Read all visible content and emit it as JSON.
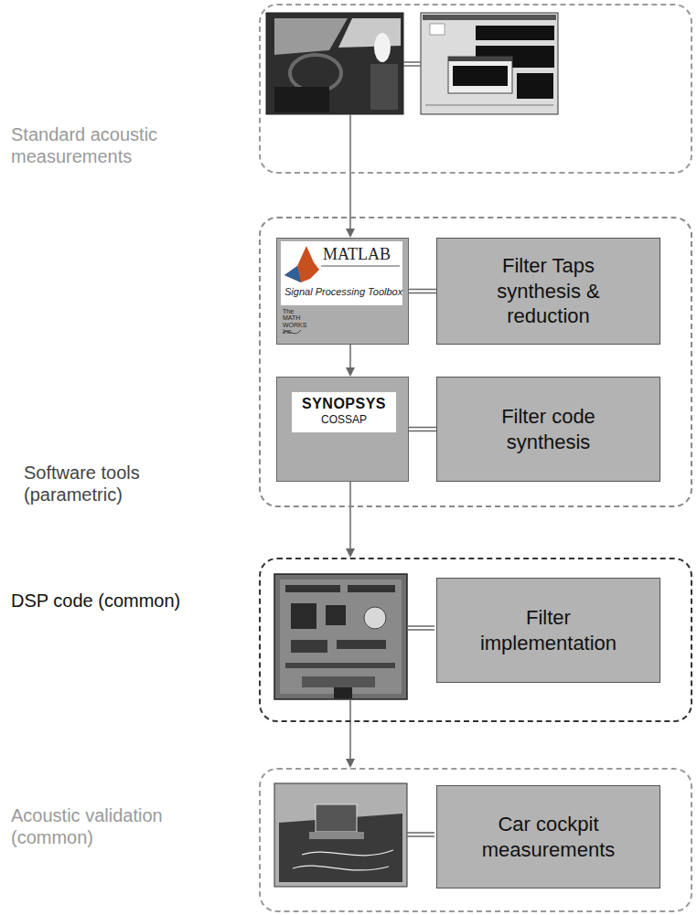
{
  "diagram": {
    "nodes": [
      {
        "text": [
          "Standard acoustic measurements"
        ]
      },
      {
        "text": [
          "Software tools (parametric)"
        ]
      },
      {
        "text": [
          "MATLAB",
          "Signal Processing Toolbox",
          "The MATH WORKS Inc."
        ],
        "in": 1
      },
      {
        "text": [
          "Filter Taps synthesis & reduction"
        ],
        "in": 1
      },
      {
        "text": [
          "SYNOPSYS",
          "COSSAP"
        ],
        "in": 1
      },
      {
        "text": [
          "Filter code synthesis"
        ],
        "in": 1
      },
      {
        "text": [
          "DSP code (common)"
        ]
      },
      {
        "text": [
          "Filter implementation"
        ],
        "in": 6
      },
      {
        "text": [
          "Acoustic validation (common)"
        ]
      },
      {
        "text": [
          "Car cockpit measurements"
        ],
        "in": 8
      }
    ],
    "edges": [
      {
        "from": 0,
        "to": 2,
        "arrow": "to"
      },
      {
        "from": 2,
        "to": 3,
        "arrow": "none"
      },
      {
        "from": 2,
        "to": 4,
        "arrow": "to"
      },
      {
        "from": 4,
        "to": 5,
        "arrow": "none"
      },
      {
        "from": 4,
        "to": 6,
        "arrow": "to"
      },
      {
        "from": 6,
        "to": 8,
        "arrow": "to"
      }
    ]
  }
}
